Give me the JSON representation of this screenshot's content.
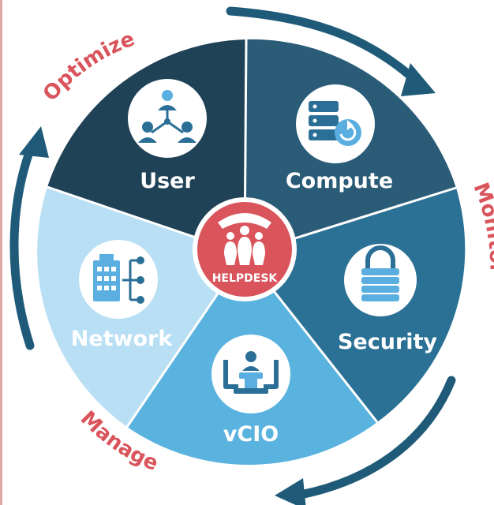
{
  "hub": {
    "label": "HELPDESK"
  },
  "segments": [
    {
      "label": "User",
      "icon": "user-network-icon",
      "color": "#1f4257"
    },
    {
      "label": "Compute",
      "icon": "server-refresh-icon",
      "color": "#2a5c78"
    },
    {
      "label": "Security",
      "icon": "padlock-icon",
      "color": "#2b7196"
    },
    {
      "label": "vCIO",
      "icon": "meeting-icon",
      "color": "#5ab3df"
    },
    {
      "label": "Network",
      "icon": "building-network-icon",
      "color": "#b9dff4"
    }
  ],
  "cycle": {
    "optimize": "Optimize",
    "monitor": "Monitor",
    "manage": "Manage"
  },
  "colors": {
    "accent": "#d9545b",
    "arrow": "#1f5b78",
    "icon_dark": "#2b6f97",
    "icon_light": "#5aaee0"
  }
}
